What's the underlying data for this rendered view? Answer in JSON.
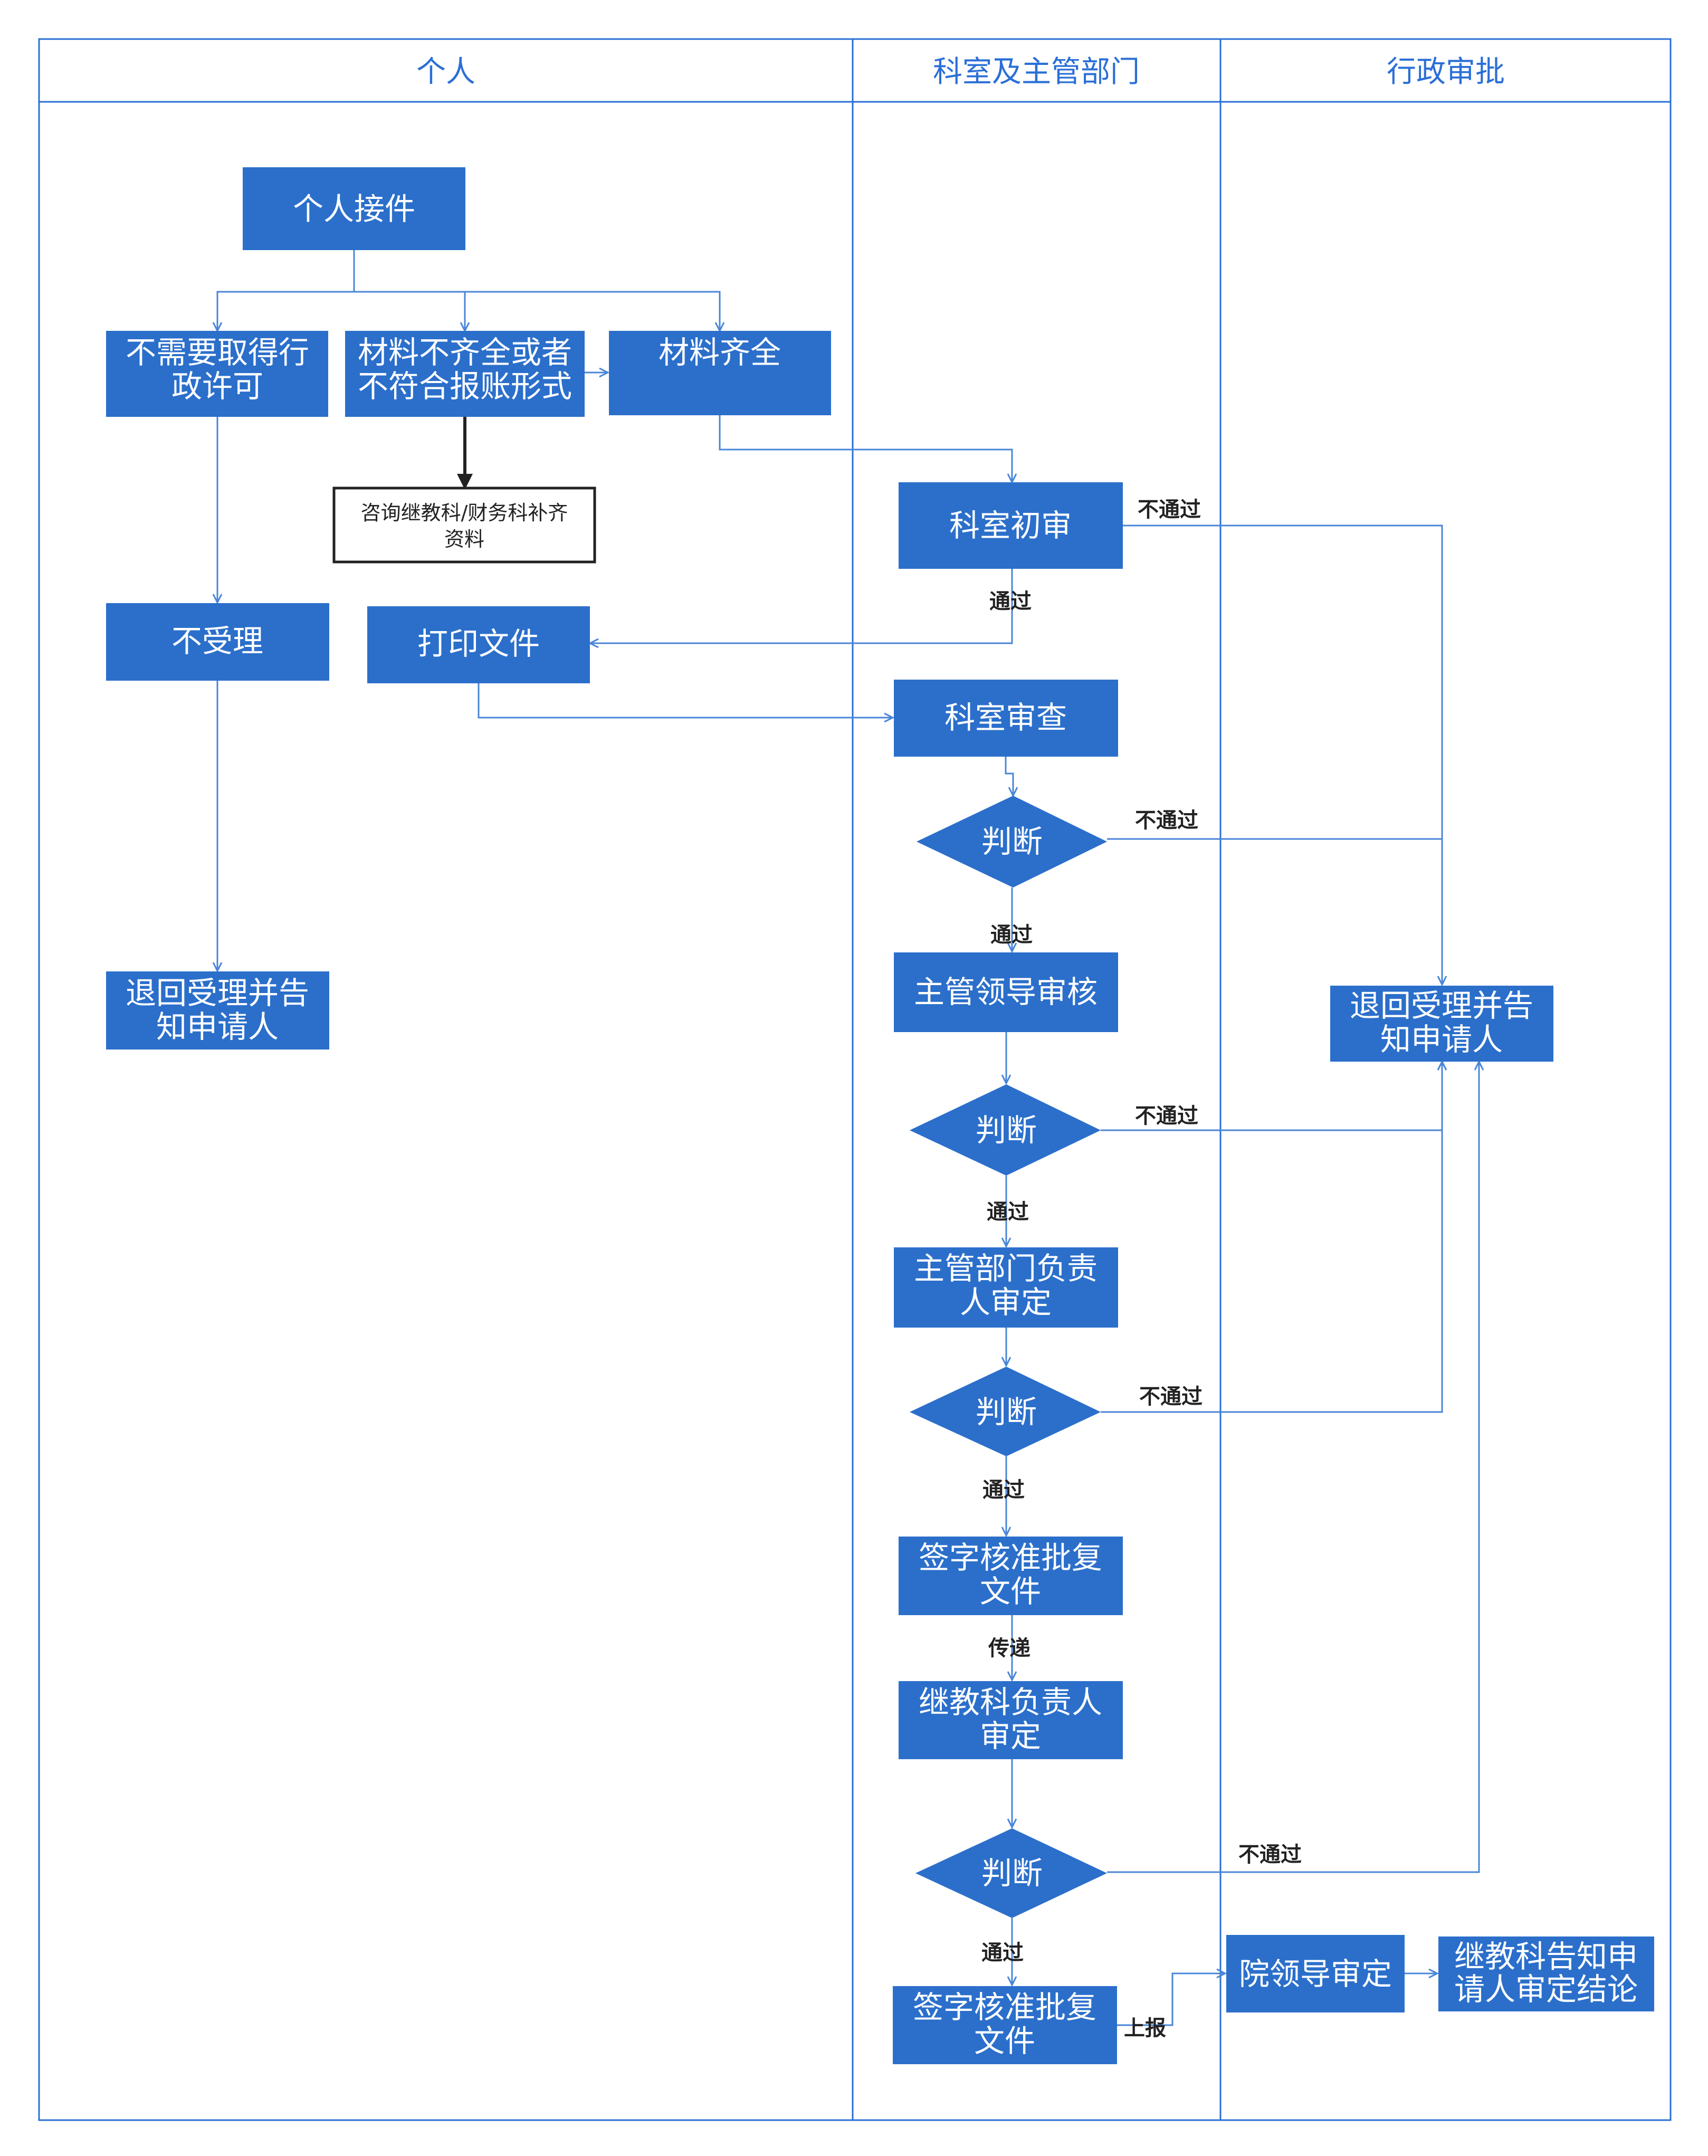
{
  "colors": {
    "node_fill": "#2b6fcb",
    "node_text": "#ffffff",
    "lane_border": "#2a6fd6",
    "connector": "#4a86d8",
    "label_text": "#222222"
  },
  "lanes": [
    {
      "title": "个人"
    },
    {
      "title": "科室及主管部门"
    },
    {
      "title": "行政审批"
    }
  ],
  "nodes": {
    "personal_intake": [
      "个人接件"
    ],
    "no_permit_needed": [
      "不需要取得行",
      "政许可"
    ],
    "materials_incomplete": [
      "材料不齐全或者",
      "不符合报账形式"
    ],
    "materials_complete": [
      "材料齐全"
    ],
    "consult_note": [
      "咨询继教科/财务科补齐",
      "资料"
    ],
    "not_accepted": [
      "不受理"
    ],
    "print_docs": [
      "打印文件"
    ],
    "return_left": [
      "退回受理并告",
      "知申请人"
    ],
    "dept_initial_review": [
      "科室初审"
    ],
    "dept_examination": [
      "科室审查"
    ],
    "decision_1": [
      "判断"
    ],
    "supervisor_review": [
      "主管领导审核"
    ],
    "decision_2": [
      "判断"
    ],
    "dept_head_approval": [
      "主管部门负责",
      "人审定"
    ],
    "decision_3": [
      "判断"
    ],
    "sign_approve_1": [
      "签字核准批复",
      "文件"
    ],
    "cme_head_approval": [
      "继教科负责人",
      "审定"
    ],
    "decision_4": [
      "判断"
    ],
    "sign_approve_2": [
      "签字核准批复",
      "文件"
    ],
    "return_right": [
      "退回受理并告",
      "知申请人"
    ],
    "hospital_leader_approval": [
      "院领导审定"
    ],
    "cme_notify": [
      "继教科告知申",
      "请人审定结论"
    ]
  },
  "edge_labels": {
    "fail_initial": "不通过",
    "pass_initial": "通过",
    "fail_d1": "不通过",
    "pass_d1": "通过",
    "fail_d2": "不通过",
    "pass_d2": "通过",
    "fail_d3": "不通过",
    "pass_d3": "通过",
    "transfer": "传递",
    "fail_d4": "不通过",
    "pass_d4": "通过",
    "report_up": "上报"
  }
}
